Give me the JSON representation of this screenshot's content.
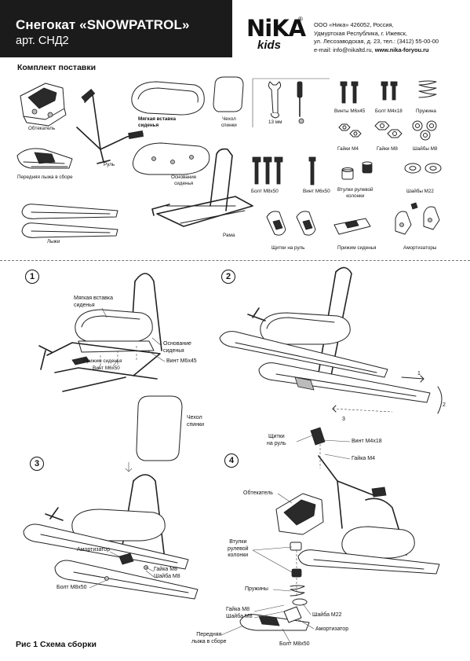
{
  "header": {
    "title": "Снегокат «SNOWPATROL»",
    "article": "арт. СНД2"
  },
  "logo": {
    "word1": "NiKA",
    "word2": "kids",
    "reg": "®"
  },
  "company": {
    "line1": "ООО «Ника» 426052, Россия,",
    "line2": "Удмуртская Республика, г. Ижевск,",
    "line3": "ул. Лесозаводская, д. 23, тел.: (3412) 55-00-00",
    "line4_prefix": "e-mail: info@nikaltd.ru, ",
    "line4_site": "www.nika-foryou.ru"
  },
  "kit": {
    "title": "Комплект поставки",
    "items": {
      "fairing": "Обтекатель",
      "front_ski": "Передняя лыжа в сборе",
      "handlebar": "Руль",
      "skis": "Лыжи",
      "seat_soft_1": "Мягкая вставка",
      "seat_soft_2": "сиденья",
      "seat_base_1": "Основание",
      "seat_base_2": "сиденья",
      "back_cover_1": "Чехол",
      "back_cover_2": "спинки",
      "frame": "Рама",
      "wrench": "13 мм",
      "screws_m6x45": "Винты М6х45",
      "bolt_m4x18": "Болт М4х18",
      "spring": "Пружина",
      "nuts_m4": "Гайки М4",
      "nuts_m8": "Гайки М8",
      "washers_m8": "Шайбы М8",
      "bolt_m8x50": "Болт М8х50",
      "screw_m6x50": "Винт М6х50",
      "bushing_1": "Втулки рулевой",
      "bushing_2": "колонки",
      "washers_m22": "Шайбы М22",
      "grips": "Щитки на руль",
      "seat_clamp": "Прижим сиденья",
      "shock": "Амортизаторы"
    }
  },
  "steps": {
    "s1": {
      "num": "1",
      "seat_soft_1": "Мягкая вставка",
      "seat_soft_2": "сиденья",
      "seat_base_1": "Основание",
      "seat_base_2": "сиденья",
      "clamp": "Прижим сиденья",
      "screw_m6x50": "Винт М6х50",
      "screw_m6x45": "Винт М6х45"
    },
    "s2": {
      "num": "2",
      "a1": "1",
      "a2": "2",
      "a3": "3"
    },
    "s3": {
      "num": "3",
      "cover_1": "Чехол",
      "cover_2": "спинки",
      "shock": "Амортизатор",
      "nut_m8": "Гайка М8",
      "washer_m8": "Шайба М8",
      "bolt_m8x50": "Болт М8х50"
    },
    "s4": {
      "num": "4",
      "grips_1": "Щитки",
      "grips_2": "на руль",
      "bolt_m4x18": "Винт М4х18",
      "nut_m4": "Гайка М4",
      "fairing": "Обтекатель",
      "bushing_1": "Втулки",
      "bushing_2": "рулевой",
      "bushing_3": "колонки",
      "springs": "Пружины",
      "nut_m8": "Гайка М8",
      "washer_m8": "Шайба М8",
      "washer_m22": "Шайба М22",
      "shock": "Амортизатор",
      "front_ski_1": "Передняя",
      "front_ski_2": "лыжа в сборе",
      "bolt_m8x50": "Болт М8х50"
    }
  },
  "caption": "Рис 1 Схема сборки"
}
